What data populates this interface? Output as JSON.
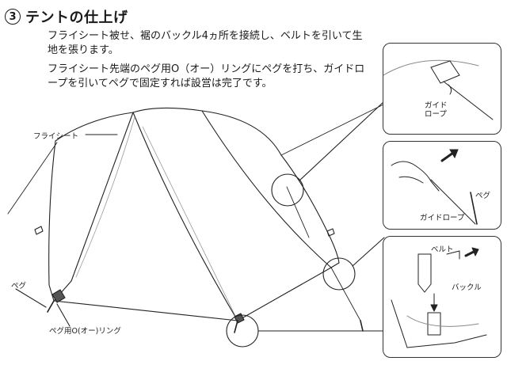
{
  "heading": {
    "number": "3",
    "title": "テントの仕上げ"
  },
  "paragraphs": [
    "フライシート被せ、裾のバックル4ヵ所を接続し、ベルトを引いて生地を張ります。",
    "フライシート先端のペグ用O（オー）リングにペグを打ち、ガイドロープを引いてペグで固定すれば設営は完了です。"
  ],
  "labels": {
    "flysheet": "フライシート",
    "peg": "ペグ",
    "peg_ring": "ペグ用O(オー)リング"
  },
  "panel_top": {
    "label_line1": "ガイド",
    "label_line2": "ロープ"
  },
  "panel_mid": {
    "peg": "ペグ",
    "guide_rope": "ガイドロープ"
  },
  "panel_bottom": {
    "belt": "ベルト",
    "buckle": "バックル"
  }
}
